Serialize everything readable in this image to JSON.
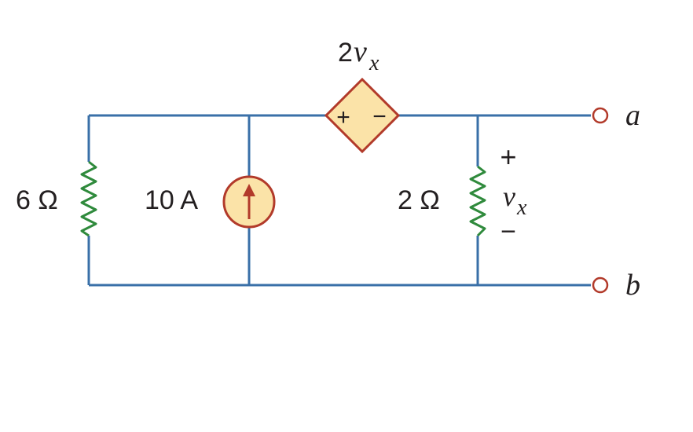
{
  "colors": {
    "wire": "#3a70a8",
    "resistor": "#2f8a3c",
    "source_fill": "#fbe3a8",
    "source_stroke": "#b23a2a",
    "text": "#231f20"
  },
  "labels": {
    "r1": "6 Ω",
    "current_source": "10 A",
    "r2": "2 Ω",
    "dep_coef": "2",
    "dep_var": "v",
    "dep_sub": "x",
    "dep_plus": "+",
    "dep_minus": "−",
    "vx_plus": "+",
    "vx_var": "v",
    "vx_sub": "x",
    "vx_minus": "−",
    "terminal_a": "a",
    "terminal_b": "b"
  },
  "icons": {
    "current_source": "up-arrow-icon",
    "dependent_source": "diamond-voltage-source-icon",
    "resistor": "zigzag-resistor-icon",
    "terminal": "open-circle-icon"
  }
}
